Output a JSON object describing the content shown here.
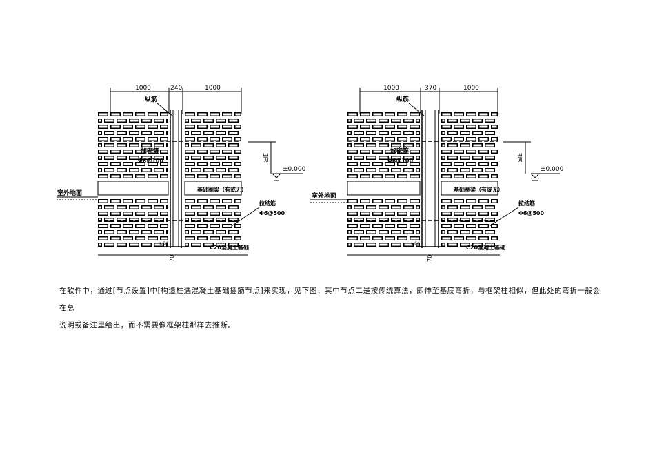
{
  "left_drawing": {
    "dims": [
      "1000",
      "240",
      "1000"
    ],
    "rebar_label": "纵筋",
    "stirrup_label": "加密箍",
    "stirrup_spec": "Φ6@100",
    "elevation": "±0.000",
    "grade_beam": "基础圈梁（有或无）",
    "ground_label": "室外地面",
    "tie_label": "拉结筋",
    "tie_spec": "Φ6@500",
    "foundation": "C20混凝土基础",
    "side_dim": "≥lE",
    "bottom_dim": "70",
    "bottom_mark": "≥6d"
  },
  "right_drawing": {
    "dims": [
      "1000",
      "370",
      "1000"
    ],
    "rebar_label": "纵筋",
    "stirrup_label": "加密箍",
    "stirrup_spec": "Φ6@100",
    "elevation": "±0.000",
    "grade_beam": "基础圈梁（有或无）",
    "ground_label": "室外地面",
    "tie_label": "拉结筋",
    "tie_spec": "Φ6@500",
    "foundation": "C20混凝土基础",
    "side_dim": "≥lE",
    "bottom_dim": "70",
    "bottom_mark": "≥6d"
  },
  "note": {
    "line1": "在软件中，通过[节点设置]中[构造柱遇混凝土基础插筋节点]来实现，见下图：其中节点二是按传统算法，即伸至基底弯折，与框架柱相似，但此处的弯折一般会在总",
    "line2": "说明或备注里给出，而不需要像框架柱那样去推断。"
  }
}
